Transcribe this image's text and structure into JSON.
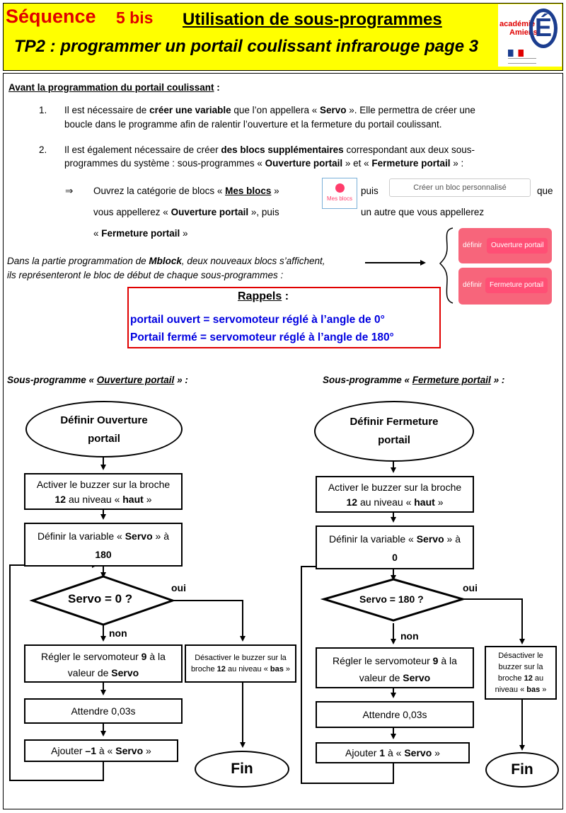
{
  "header": {
    "sequence_word": "Séquence",
    "sequence_num": "5 bis",
    "title": "Utilisation de sous-programmes",
    "subtitle": "TP2 : programmer un portail coulissant infrarouge page 3",
    "logo": {
      "line1": "académie",
      "line2": "Amiens",
      "letter": "É"
    }
  },
  "intro": {
    "heading": "Avant la programmation du portail coulissant",
    "heading_suffix": " :",
    "item1_num": "1.",
    "item1_a": "Il est nécessaire de ",
    "item1_b": "créer une variable",
    "item1_c": " que l’on appellera « ",
    "item1_d": "Servo",
    "item1_e": " ». Elle permettra de créer une",
    "item1_line2": "boucle dans le programme afin de ralentir l’ouverture et la fermeture du portail coulissant.",
    "item2_num": "2.",
    "item2_a": "Il est également nécessaire de créer ",
    "item2_b": "des blocs supplémentaires",
    "item2_c": " correspondant aux deux sous-",
    "item2_d": "programmes du système : sous-programmes « ",
    "item2_e": "Ouverture portail",
    "item2_f": " » et « ",
    "item2_g": "Fermeture portail",
    "item2_h": " » :",
    "arrow": "⇒",
    "step_a": "Ouvrez la catégorie de blocs « ",
    "step_b": "Mes blocs",
    "step_c": " »",
    "puis": "puis",
    "que": "que",
    "step_line2a": "vous appellerez « ",
    "step_line2b": "Ouverture portail",
    "step_line2c": " », puis",
    "step_line2d": "un autre que vous appellerez",
    "step_line3a": "« ",
    "step_line3b": "Fermeture portail",
    "step_line3c": " »",
    "mes_blocs_btn": "Mes blocs",
    "creer_btn": "Créer un bloc personnalisé"
  },
  "mblock_note": {
    "a": "Dans la partie programmation de ",
    "b": "Mblock",
    "c": ", deux nouveaux blocs s’affichent,",
    "line2": "ils représenteront le bloc de début de chaque sous-programmes :"
  },
  "pink_blocks": [
    {
      "prefix": "définir",
      "name": "Ouverture portail"
    },
    {
      "prefix": "définir",
      "name": "Fermeture portail"
    }
  ],
  "rappels": {
    "title": "Rappels",
    "title_suffix": " :",
    "line1": "portail ouvert = servomoteur réglé à l’angle de 0°",
    "line2": "Portail fermé = servomoteur réglé à l’angle de 180°"
  },
  "left": {
    "heading_a": "Sous-programme « ",
    "heading_b": "Ouverture portail",
    "heading_c": " » :",
    "start_1": "Définir Ouverture",
    "start_2": "portail",
    "b1_1": "Activer le buzzer sur la broche",
    "b1_2a": "12",
    "b1_2b": " au niveau « ",
    "b1_2c": "haut",
    "b1_2d": " »",
    "b2_1a": "Définir la variable « ",
    "b2_1b": "Servo",
    "b2_1c": " » à",
    "b2_2": "180",
    "decision": "Servo = 0 ?",
    "oui": "oui",
    "non": "non",
    "b3_1a": "Régler le servomoteur ",
    "b3_1b": "9",
    "b3_1c": " à la",
    "b3_2a": "valeur de ",
    "b3_2b": "Servo",
    "b4": "Attendre 0,03s",
    "b5_a": "Ajouter ",
    "b5_b": "–1",
    "b5_c": " à « ",
    "b5_d": "Servo",
    "b5_e": " »",
    "side_1": "Désactiver le buzzer sur la",
    "side_2a": "broche ",
    "side_2b": "12",
    "side_2c": " au niveau « ",
    "side_2d": "bas",
    "side_2e": " »",
    "end": "Fin"
  },
  "right": {
    "heading_a": "Sous-programme « ",
    "heading_b": "Fermeture portail",
    "heading_c": " » :",
    "start_1": "Définir Fermeture",
    "start_2": "portail",
    "b1_1": "Activer le buzzer sur la broche",
    "b1_2a": "12",
    "b1_2b": " au niveau « ",
    "b1_2c": "haut",
    "b1_2d": " »",
    "b2_1a": "Définir la variable « ",
    "b2_1b": "Servo",
    "b2_1c": " » à",
    "b2_2": "0",
    "decision": "Servo = 180 ?",
    "oui": "oui",
    "non": "non",
    "b3_1a": "Régler le servomoteur ",
    "b3_1b": "9",
    "b3_1c": " à la",
    "b3_2a": "valeur de ",
    "b3_2b": "Servo",
    "b4": "Attendre 0,03s",
    "b5_a": "Ajouter ",
    "b5_b": "1",
    "b5_c": " à « ",
    "b5_d": "Servo",
    "b5_e": " »",
    "side_1": "Désactiver le",
    "side_2": "buzzer sur la",
    "side_3a": "broche ",
    "side_3b": "12",
    "side_3c": " au",
    "side_4a": "niveau « ",
    "side_4b": "bas",
    "side_4c": " »",
    "end": "Fin"
  }
}
